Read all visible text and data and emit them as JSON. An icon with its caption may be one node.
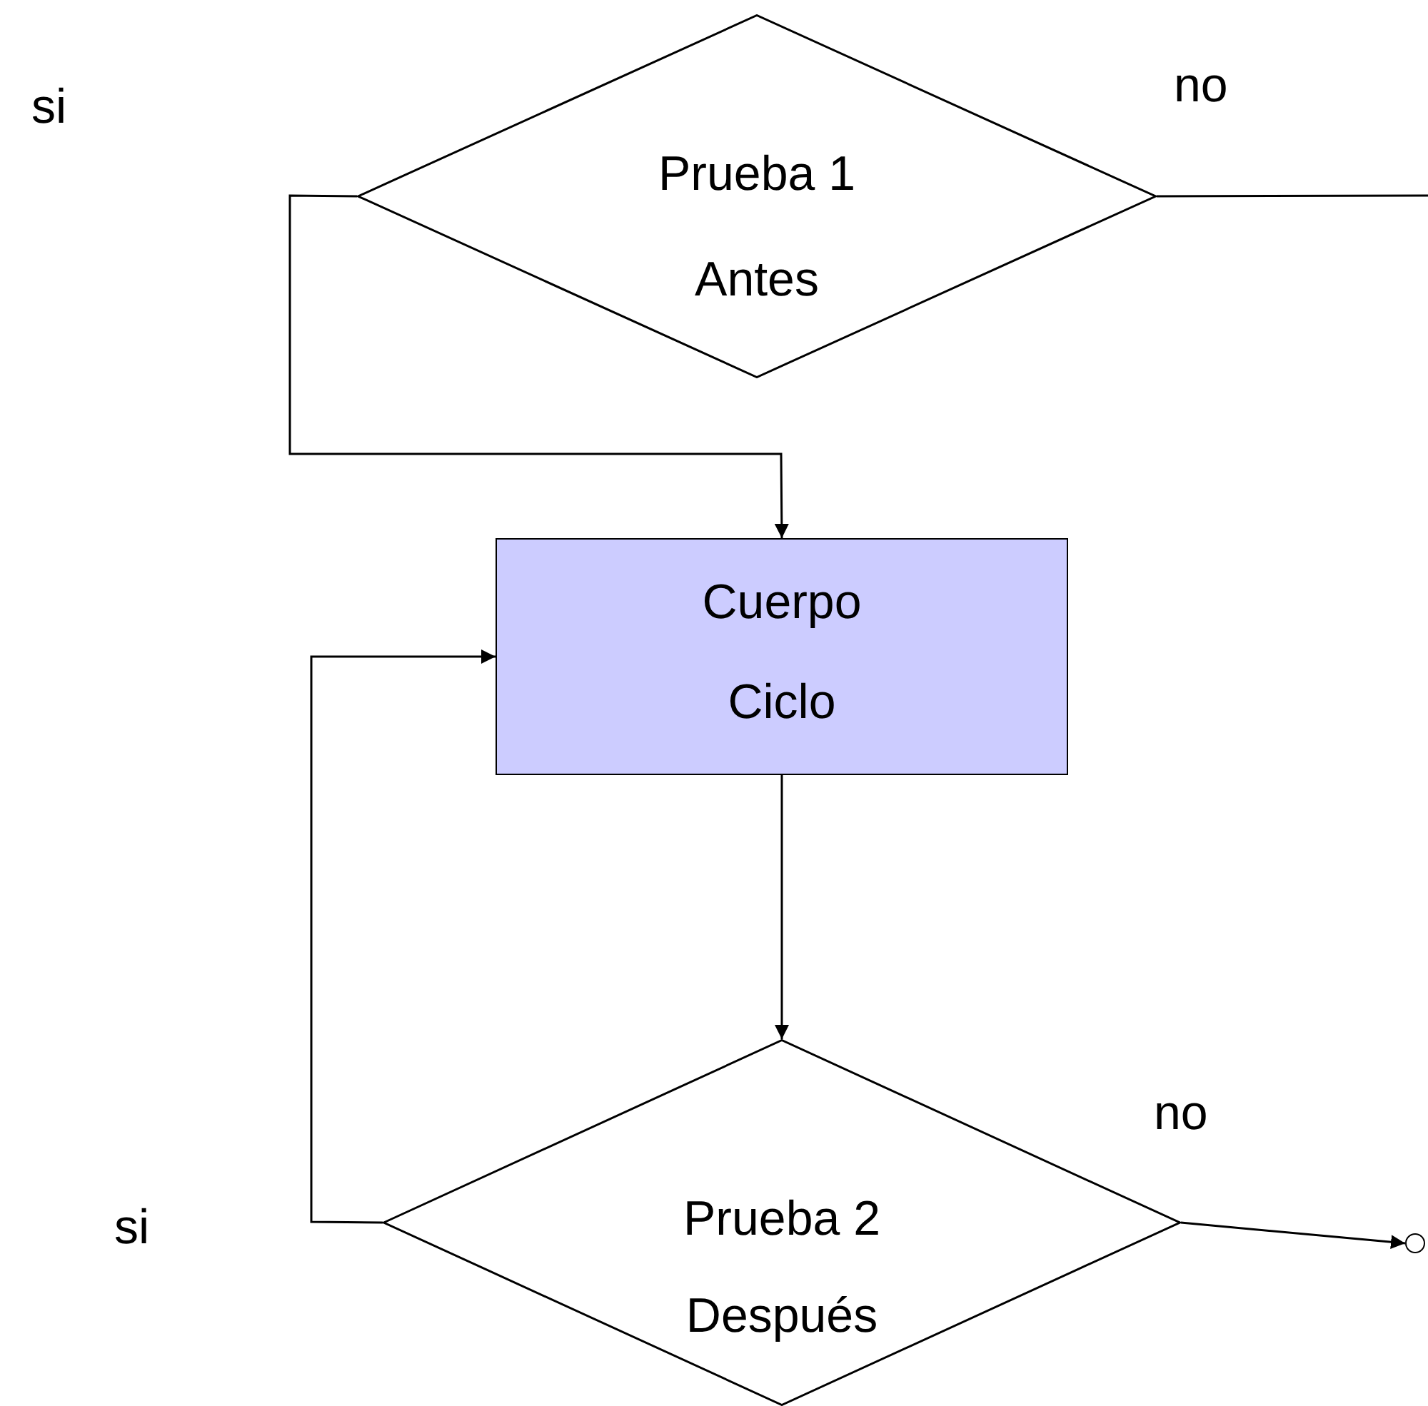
{
  "diagram": {
    "nodes": [
      {
        "text": [
          "Prueba 1",
          "Antes"
        ]
      },
      {
        "text": [
          "Cuerpo",
          "Ciclo"
        ]
      },
      {
        "text": [
          "Prueba 2",
          "Después"
        ]
      },
      {
        "text": [],
        "shape": "circle"
      }
    ],
    "edges": [
      {
        "from": 0,
        "to": 1,
        "arrow": "to"
      },
      {
        "from": 1,
        "to": 2,
        "arrow": "to"
      },
      {
        "from": 2,
        "to": 1,
        "arrow": "to"
      },
      {
        "from": 0,
        "to": null,
        "arrow": "none"
      },
      {
        "from": 2,
        "to": 3,
        "arrow": "to"
      }
    ],
    "labels": [
      "si",
      "no",
      "no",
      "si"
    ]
  }
}
